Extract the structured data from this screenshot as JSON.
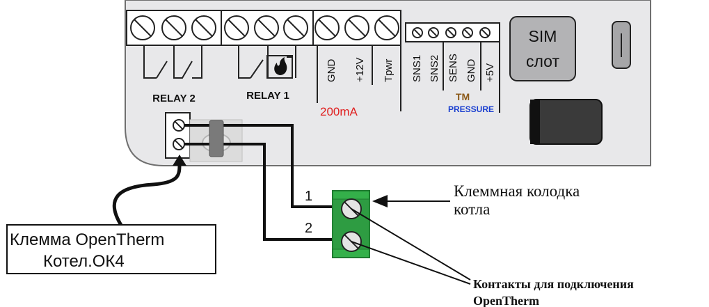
{
  "device": {
    "relay2_label": "RELAY 2",
    "relay1_label": "RELAY 1",
    "terminal_labels": {
      "gnd": "GND",
      "v12": "+12V",
      "tpwr": "Tpwr",
      "sns1": "SNS1",
      "sns2": "SNS2",
      "sens": "SENS",
      "gnd2": "GND",
      "v5": "+5V"
    },
    "current_note": "200mA",
    "tm_label": "TM",
    "pressure_label": "PRESSURE",
    "sim_line1": "SIM",
    "sim_line2": "слот",
    "flame_icon": "flame-icon"
  },
  "wiring": {
    "wire1_label": "1",
    "wire2_label": "2"
  },
  "callouts": {
    "boiler_block_line1": "Клеммная колодка",
    "boiler_block_line2": "котла",
    "contacts_line1": "Контакты для подключения",
    "contacts_line2": "OpenTherm",
    "opentherm_box_line1": "Клемма OpenTherm",
    "opentherm_box_line2": "Котел.ОК4"
  },
  "colors": {
    "device_body": "#e8e8ea",
    "current_note": "#e02020",
    "tm_label": "#8b5a1a",
    "pressure_label": "#1a3fd0",
    "boiler_block": "#34b04a",
    "boiler_block_dark": "#1f7a30",
    "sim_box": "#b3b3b5"
  }
}
